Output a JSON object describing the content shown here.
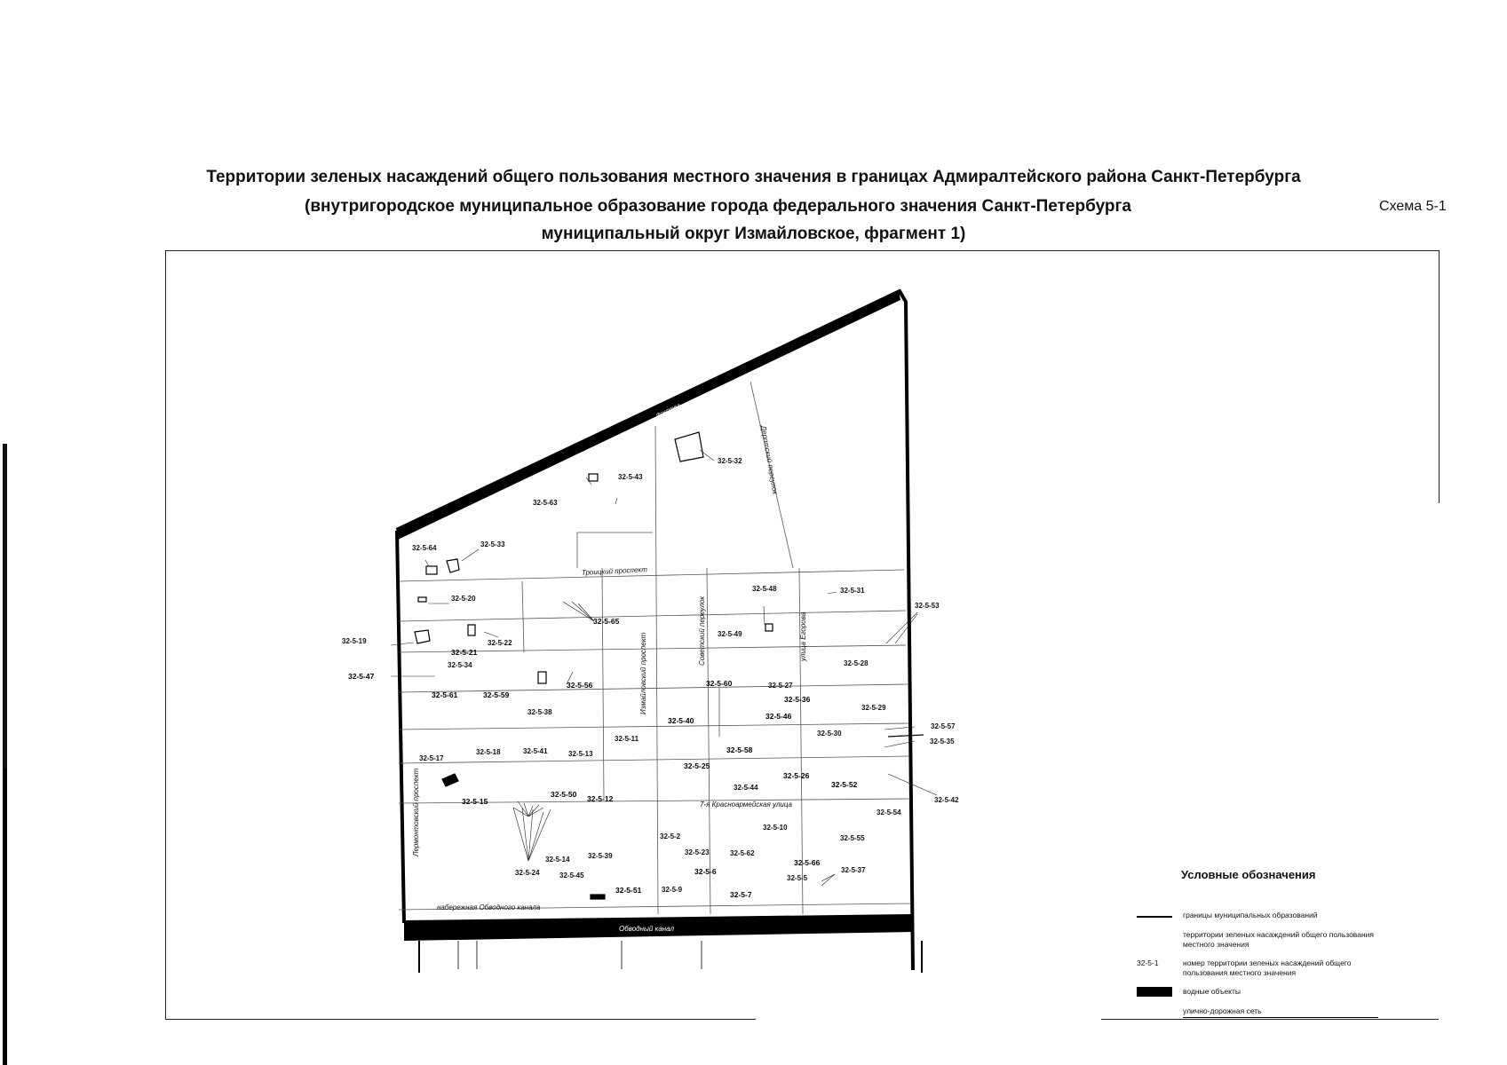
{
  "header": {
    "title_line1": "Территории зеленых насаждений общего пользования местного значения в границах Адмиралтейского района Санкт-Петербурга",
    "title_line2": "(внутригородское муниципальное образование города федерального значения Санкт-Петербурга",
    "title_line3": "муниципальный округ Измайловское, фрагмент 1)",
    "scheme": "Схема 5-1"
  },
  "streets": {
    "troitsky": "Троицкий проспект",
    "izmailovsky": "Измайловский проспект",
    "sovetsky": "Советский переулок",
    "egorova": "улица Егорова",
    "derptsky": "Дерптский переулок",
    "lermontovsky": "Лермонтовский проспект",
    "krasnoarmeyskaya": "7-я Красноармейская улица",
    "naberezhnaya": "набережная Обводного канала",
    "obvodny": "Обводный канал",
    "fontanka": "Фонтанка"
  },
  "territories": {
    "t32": "32-5-32",
    "t43": "32-5-43",
    "t63": "32-5-63",
    "t64": "32-5-64",
    "t33": "32-5-33",
    "t20": "32-5-20",
    "t48": "32-5-48",
    "t31": "32-5-31",
    "t53": "32-5-53",
    "t65": "32-5-65",
    "t19": "32-5-19",
    "t21": "32-5-21",
    "t22": "32-5-22",
    "t49": "32-5-49",
    "t28": "32-5-28",
    "t34": "32-5-34",
    "t47": "32-5-47",
    "t56": "32-5-56",
    "t60": "32-5-60",
    "t27": "32-5-27",
    "t61": "32-5-61",
    "t59": "32-5-59",
    "t36": "32-5-36",
    "t29": "32-5-29",
    "t38": "32-5-38",
    "t40": "32-5-40",
    "t46": "32-5-46",
    "t57": "32-5-57",
    "t11": "32-5-11",
    "t30": "32-5-30",
    "t35": "32-5-35",
    "t17": "32-5-17",
    "t18": "32-5-18",
    "t41": "32-5-41",
    "t13": "32-5-13",
    "t58": "32-5-58",
    "t25": "32-5-25",
    "t26": "32-5-26",
    "t44": "32-5-44",
    "t52": "32-5-52",
    "t42": "32-5-42",
    "t15": "32-5-15",
    "t50": "32-5-50",
    "t12": "32-5-12",
    "t54": "32-5-54",
    "t10": "32-5-10",
    "t2": "32-5-2",
    "t55": "32-5-55",
    "t14": "32-5-14",
    "t39": "32-5-39",
    "t23": "32-5-23",
    "t62": "32-5-62",
    "t66": "32-5-66",
    "t24": "32-5-24",
    "t45": "32-5-45",
    "t6": "32-5-6",
    "t37": "32-5-37",
    "t5": "32-5-5",
    "t51": "32-5-51",
    "t9": "32-5-9",
    "t7": "32-5-7"
  },
  "legend": {
    "title": "Условные обозначения",
    "boundaries": "границы муниципальных образований",
    "green": "территории зеленых насаждений общего пользования местного значения",
    "number_sample": "32-5-1",
    "number": "номер территории зеленых насаждений общего пользования местного значения",
    "water": "водные объекты",
    "roads": "улично-дорожная сеть"
  },
  "colors": {
    "ink": "#111111",
    "water": "#000000",
    "paper": "#ffffff"
  }
}
